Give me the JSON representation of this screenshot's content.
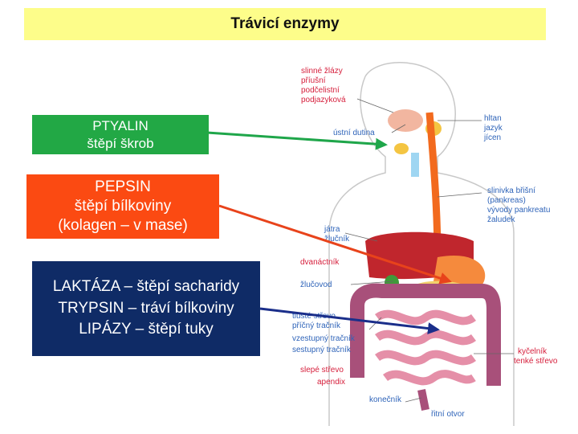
{
  "title": "Trávicí enzymy",
  "boxes": {
    "ptyalin": [
      "PTYALIN",
      "štěpí škrob"
    ],
    "pepsin": [
      "PEPSIN",
      "štěpí bílkoviny",
      "(kolagen – v mase)"
    ],
    "intestinal": [
      "LAKTÁZA – štěpí sacharidy",
      "TRYPSIN – tráví bílkoviny",
      "LIPÁZY – štěpí tuky"
    ]
  },
  "anatomy_labels": {
    "glands": [
      "slinné žlázy",
      "příušní",
      "podčelistní",
      "podjazyková"
    ],
    "mouth": "ústní dutina",
    "right_top": [
      "hltan",
      "jazyk",
      "jícen"
    ],
    "pancreas": [
      "slinivka břišní",
      "(pankreas)",
      "vývody pankreatu",
      "žaludek"
    ],
    "liver": [
      "játra",
      "žlučník"
    ],
    "duodenum": "dvanáctník",
    "bile_duct": "žlučovod",
    "colon": [
      "tlusté střevo",
      "příčný tračník",
      "vzestupný tračník",
      "sestupný tračník"
    ],
    "small_int": [
      "slepé střevo",
      "apendix"
    ],
    "ileum": [
      "kyčelník",
      "tenké střevo"
    ],
    "rectum": "konečník",
    "anus": "řitní otvor"
  },
  "colors": {
    "title_bg": "#fdfd8a",
    "ptyalin": "#22a845",
    "pepsin": "#fb4a12",
    "intestinal": "#0f2b66",
    "label_red": "#d61f3c",
    "label_blue": "#2f64b9"
  }
}
